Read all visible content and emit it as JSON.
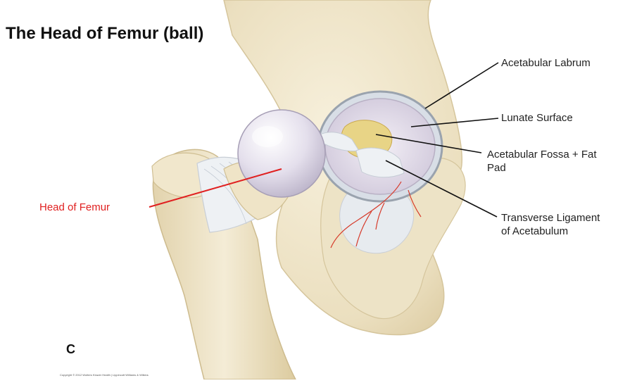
{
  "title": "The Head of Femur (ball)",
  "labels": {
    "acetabular_labrum": "Acetabular Labrum",
    "lunate_surface": "Lunate Surface",
    "acetabular_fossa_line1": "Acetabular Fossa + Fat",
    "acetabular_fossa_line2": "Pad",
    "transverse_ligament_line1": "Transverse Ligament",
    "transverse_ligament_line2": "of Acetabulum",
    "head_of_femur": "Head of Femur"
  },
  "panel_letter": "C",
  "copyright": "Copyright © 2012 Wolters Kluwer Health | Lippincott Williams & Wilkins",
  "colors": {
    "bone": "#ece1c3",
    "bone_shadow": "#d5c59c",
    "cartilage": "#e6e0ec",
    "fat_pad": "#e8d486",
    "ligament": "#e9eef3",
    "vessel": "#d63a2a",
    "highlight_label": "#e02020",
    "leader": "#111111"
  }
}
